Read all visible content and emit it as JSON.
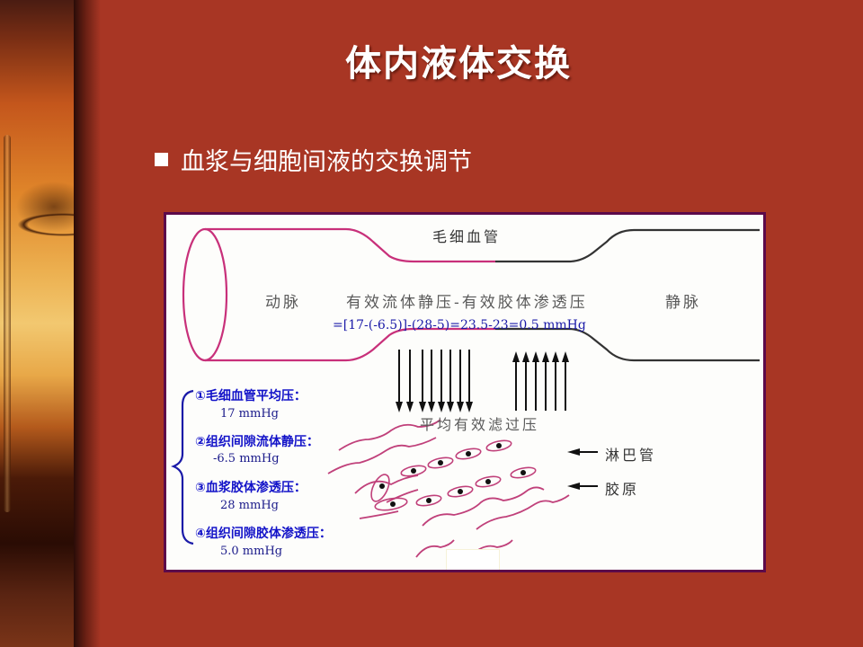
{
  "slide": {
    "title": "体内液体交换",
    "bullet": "血浆与细胞间液的交换调节",
    "colors": {
      "background": "#a83624",
      "figure_border": "#5c0a4a",
      "vessel_arterial": "#c8307a",
      "vessel_venous": "#333333",
      "formula_blue": "#1a1aa8",
      "legend_blue": "#1212c8"
    }
  },
  "figure": {
    "capillary_label": "毛细血管",
    "artery_label": "动脉",
    "vein_label": "静脉",
    "equation_label": "有效流体静压-有效胶体渗透压",
    "formula": "=[17-(-6.5)]-(28-5)=23.5-23=0.5  mmHg",
    "mean_filtration_label": "平均有效滤过压",
    "lymph_label": "淋巴管",
    "collagen_label": "胶原",
    "legend": [
      {
        "name": "①毛细血管平均压：",
        "value": "17 mmHg"
      },
      {
        "name": "②组织间隙流体静压：",
        "value": "-6.5 mmHg"
      },
      {
        "name": "③血浆胶体渗透压：",
        "value": "28 mmHg"
      },
      {
        "name": "④组织间隙胶体渗透压：",
        "value": "5.0 mmHg"
      }
    ],
    "down_arrow_count": 8,
    "up_arrow_count": 6
  }
}
